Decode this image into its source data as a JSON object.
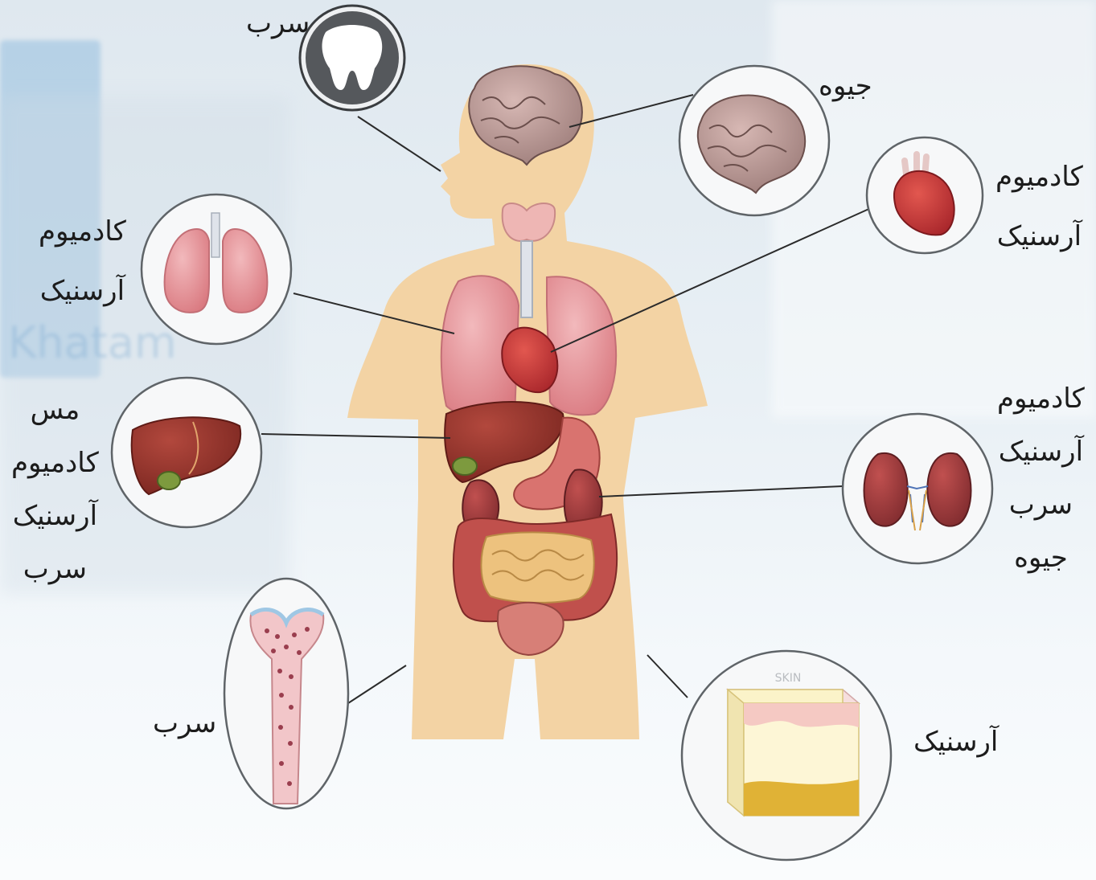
{
  "labels": {
    "tooth": [
      "سرب"
    ],
    "brain": [
      "جیوه"
    ],
    "heart": [
      "کادمیوم",
      "آرسنیک"
    ],
    "lungs": [
      "کادمیوم",
      "آرسنیک"
    ],
    "liver": [
      "مس",
      "کادمیوم",
      "آرسنیک",
      "سرب"
    ],
    "kidneys": [
      "کادمیوم",
      "آرسنیک",
      "سرب",
      "جیوه"
    ],
    "bone": [
      "سرب"
    ],
    "skin": [
      "آرسنیک"
    ]
  },
  "skin_caption": "SKIN",
  "background_logo_text": "Khatam",
  "colors": {
    "body": "#f3d3a4",
    "organ_red": "#c23a3e",
    "lung_pink": "#e89aa0",
    "liver_brown": "#8e2f28",
    "circle_stroke": "#6f7478",
    "leader_line": "#2b2b2b",
    "text": "#1c1c1c"
  }
}
